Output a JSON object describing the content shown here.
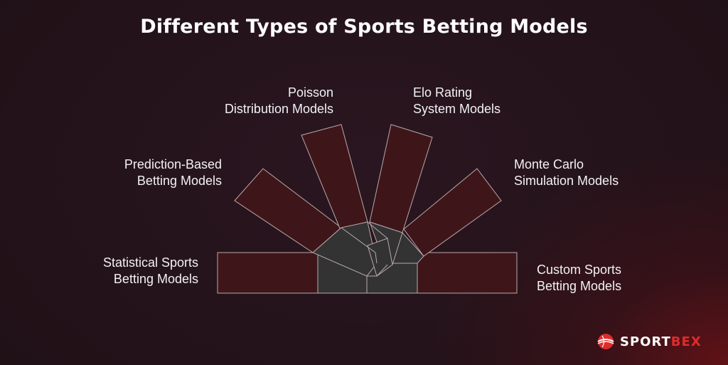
{
  "title": "Different Types of Sports Betting Models",
  "models": [
    {
      "id": "statistical",
      "line1": "Statistical Sports",
      "line2": "Betting Models"
    },
    {
      "id": "prediction",
      "line1": "Prediction-Based",
      "line2": "Betting Models"
    },
    {
      "id": "poisson",
      "line1": "Poisson",
      "line2": "Distribution Models"
    },
    {
      "id": "elo",
      "line1": "Elo Rating",
      "line2": "System Models"
    },
    {
      "id": "montecarlo",
      "line1": "Monte Carlo",
      "line2": "Simulation Models"
    },
    {
      "id": "custom",
      "line1": "Custom Sports",
      "line2": "Betting Models"
    }
  ],
  "brand": {
    "part1": "SPORT",
    "part2": "BEX",
    "icon": "sportbex-globe-icon"
  },
  "colors": {
    "background": "#231219",
    "bar_fill": "#3e1619",
    "hub_fill": "#333333",
    "stroke": "#b9a8ab",
    "brand_red": "#e02b2b"
  }
}
